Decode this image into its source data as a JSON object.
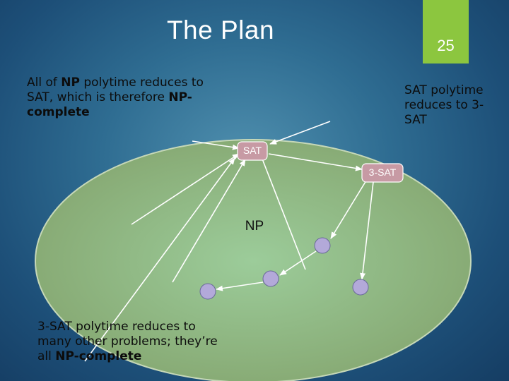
{
  "slide": {
    "title": "The Plan",
    "number": "25"
  },
  "text_blocks": {
    "np_reduces": {
      "p1": "All of ",
      "b1": "NP",
      "p2": " polytime reduces to SAT, which is therefore ",
      "b2": "NP-complete"
    },
    "sat_reduces": {
      "p1": "SAT polytime reduces to 3-SAT"
    },
    "three_sat_reduces": {
      "p1": "3-SAT polytime reduces to many other problems; they’re all ",
      "b1": "NP-complete"
    }
  },
  "nodes": {
    "sat": "SAT",
    "three_sat": "3-SAT",
    "np": "NP"
  },
  "colors": {
    "ellipse_fill": "#8fae79",
    "node_fill": "#c79aa4",
    "problem_fill": "#b3a9d9",
    "arrow": "#ffffff",
    "accent": "#8cc63f"
  }
}
